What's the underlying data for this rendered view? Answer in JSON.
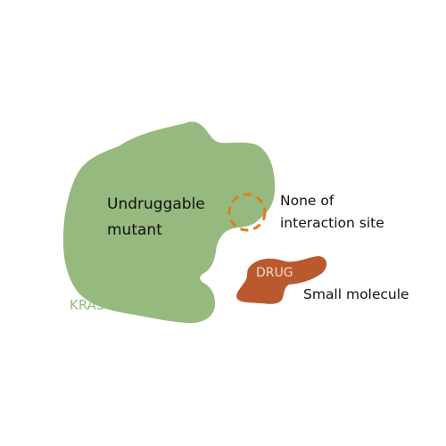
{
  "diagram": {
    "protein": {
      "name": "KRAS",
      "state_label_line1": "Undruggable",
      "state_label_line2": "mutant",
      "color": "#96b97f",
      "label_color": "#96b97f"
    },
    "binding_site": {
      "label_line1": "None of",
      "label_line2": "interaction site",
      "outline_color": "#e07b1e",
      "style": "dashed-circle"
    },
    "drug": {
      "name": "DRUG",
      "description": "Small molecule",
      "color": "#b9592d",
      "label_color": "#f2d9cc"
    },
    "text_color": "#111111"
  }
}
